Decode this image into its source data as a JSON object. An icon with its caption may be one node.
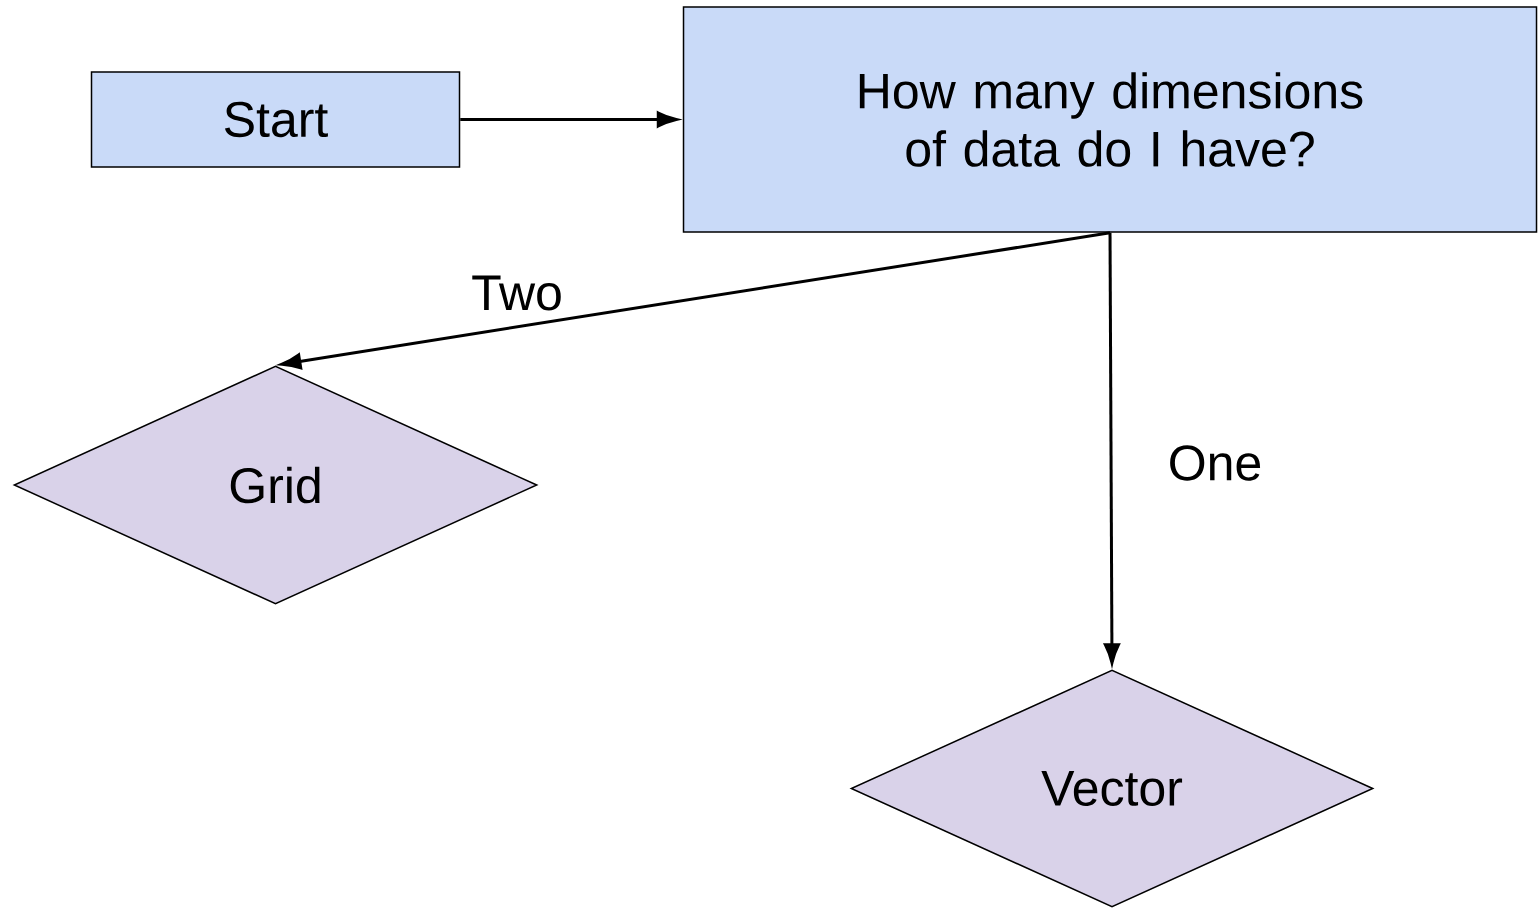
{
  "diagram": {
    "nodes": [
      {
        "text": [
          "Start"
        ]
      },
      {
        "text": [
          "How many dimensions of data do I have?"
        ]
      },
      {
        "text": [
          "Grid"
        ]
      },
      {
        "text": [
          "Vector"
        ]
      }
    ],
    "edges": [
      {
        "from": 0,
        "to": 1,
        "arrow": "to"
      },
      {
        "from": 1,
        "to": 2,
        "arrow": "to",
        "label": "Two"
      },
      {
        "from": 1,
        "to": 3,
        "arrow": "to",
        "label": "One"
      }
    ]
  }
}
